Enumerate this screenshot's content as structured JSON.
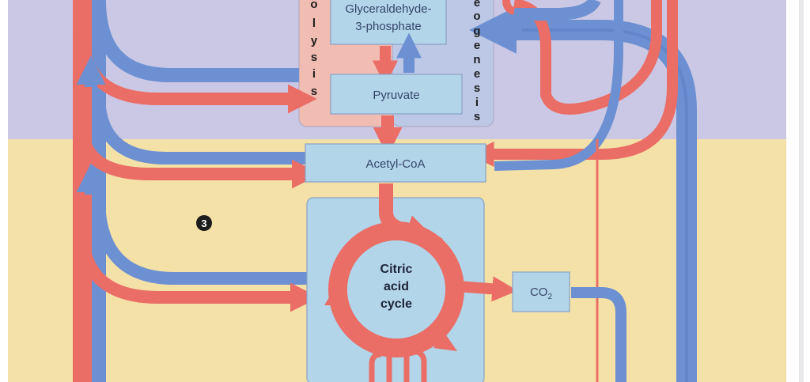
{
  "boxes": {
    "g3p": "Glyceraldehyde-",
    "g3p_line2": "3-phosphate",
    "pyruvate": "Pyruvate",
    "acetyl_coa": "Acetyl-CoA",
    "co2": "CO",
    "co2_sub": "2"
  },
  "cycle": {
    "line1": "Citric",
    "line2": "acid",
    "line3": "cycle"
  },
  "glycolysis_letters": [
    "o",
    "l",
    "y",
    "s",
    "i",
    "s"
  ],
  "gluconeogenesis_letters": [
    "e",
    "o",
    "g",
    "e",
    "n",
    "e",
    "s",
    "i",
    "s"
  ],
  "marker": "3",
  "colors": {
    "catabolic": "#ea6d66",
    "anabolic": "#6c90d2",
    "box_fill": "#b2d5ea",
    "upper_bg": "#cbc8e5",
    "lower_bg": "#f4e1a8"
  }
}
